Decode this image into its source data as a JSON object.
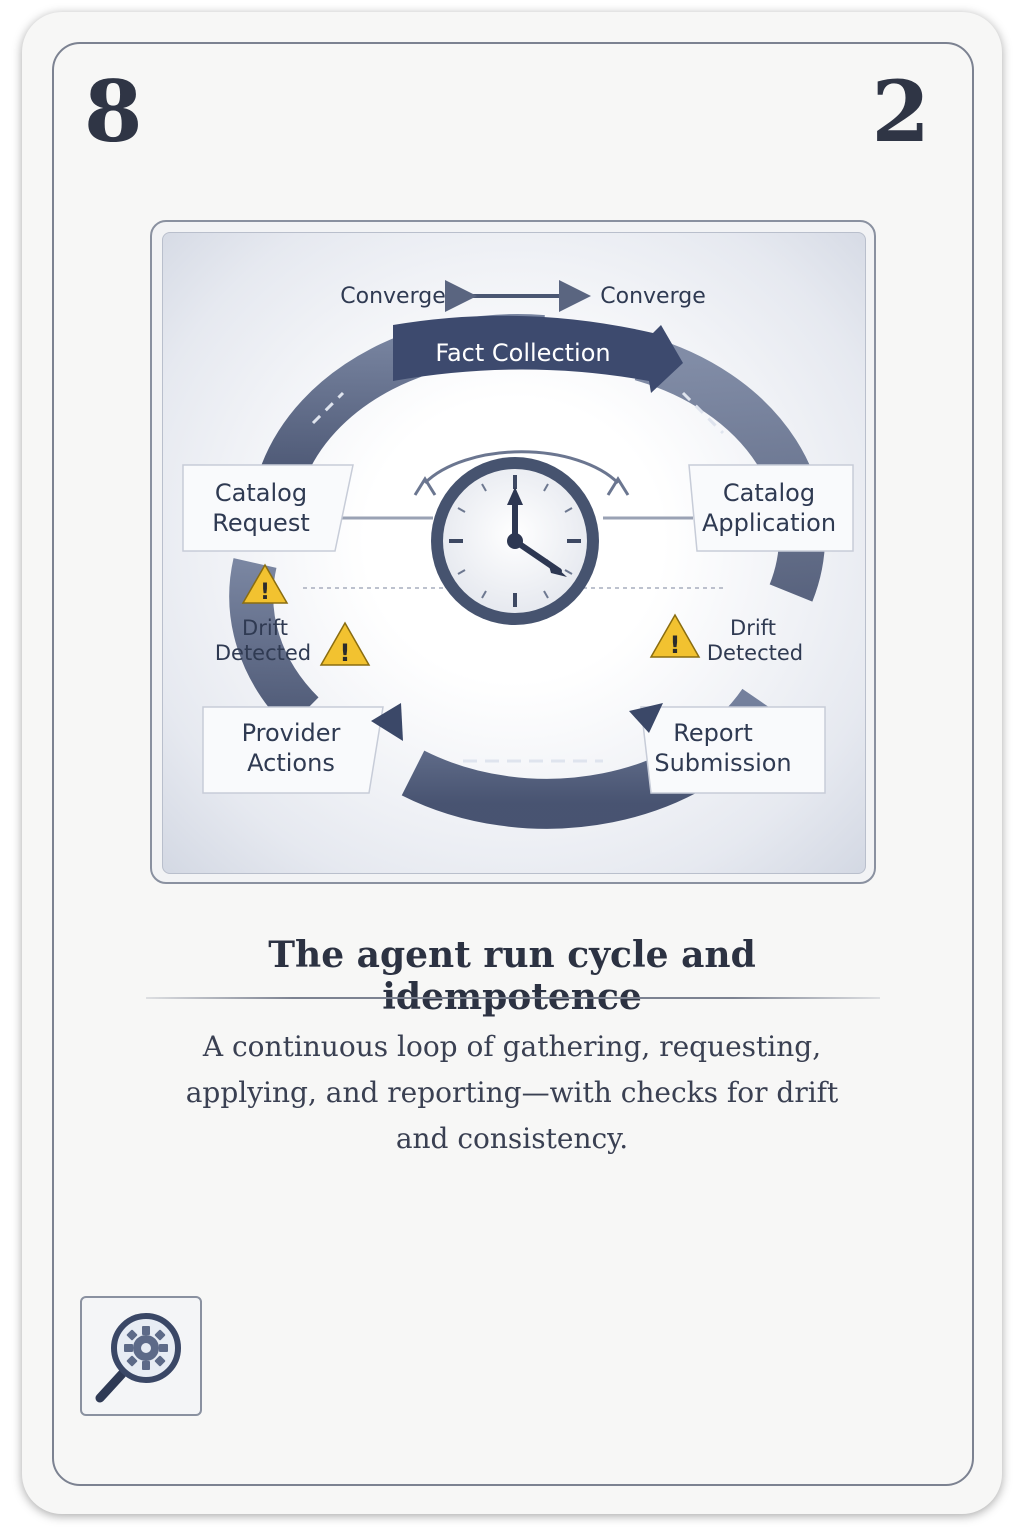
{
  "card": {
    "corner_left": "8",
    "corner_right": "2",
    "title": "The agent run cycle and idempotence",
    "description": "A continuous loop of gathering, requesting, applying, and reporting—with checks for drift and consistency.",
    "icon": "magnifier-gear-icon"
  },
  "diagram": {
    "converge_left": "Converge",
    "converge_right": "Converge",
    "fact_collection": "Fact Collection",
    "catalog_request": [
      "Catalog",
      "Request"
    ],
    "catalog_application": [
      "Catalog",
      "Application"
    ],
    "drift_left": [
      "Drift",
      "Detected"
    ],
    "drift_right": [
      "Drift",
      "Detected"
    ],
    "provider_actions": [
      "Provider",
      "Actions"
    ],
    "report_submission": [
      "Report",
      "Submission"
    ],
    "warning_icon": "warning-icon",
    "center_icon": "clock-icon",
    "colors": {
      "ring": "#55627f",
      "ring_dark": "#3b4868",
      "warning": "#f2c230"
    }
  }
}
